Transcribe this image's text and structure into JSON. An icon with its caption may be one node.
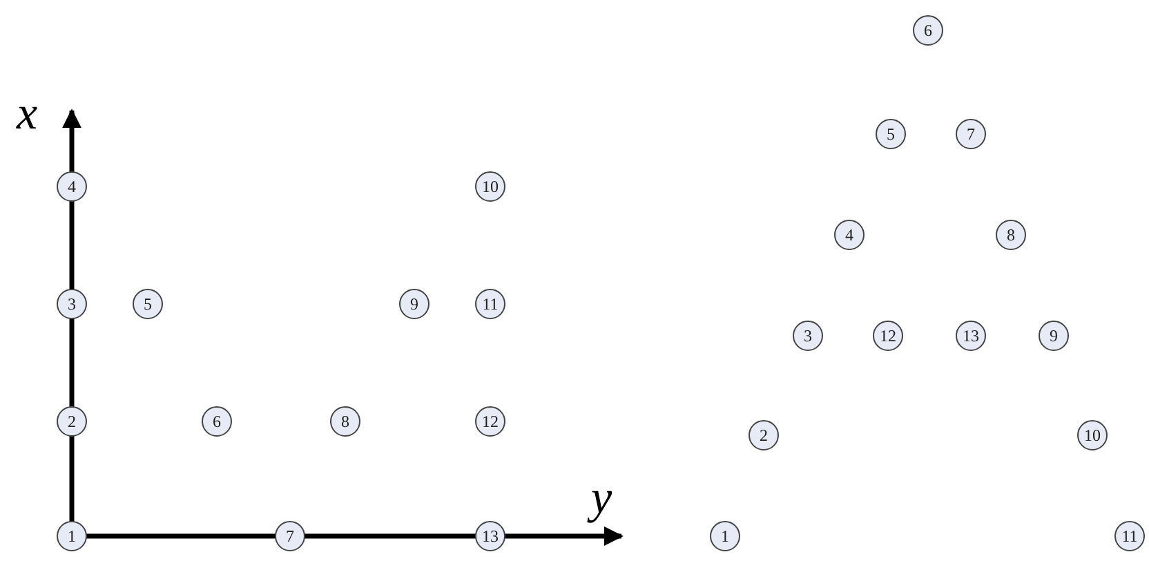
{
  "diagram": {
    "nodes": [
      {
        "text": [
          "4"
        ]
      },
      {
        "text": [
          "10"
        ]
      },
      {
        "text": [
          "3"
        ]
      },
      {
        "text": [
          "5"
        ]
      },
      {
        "text": [
          "9"
        ]
      },
      {
        "text": [
          "11"
        ]
      },
      {
        "text": [
          "2"
        ]
      },
      {
        "text": [
          "6"
        ]
      },
      {
        "text": [
          "8"
        ]
      },
      {
        "text": [
          "12"
        ]
      },
      {
        "text": [
          "1"
        ]
      },
      {
        "text": [
          "7"
        ]
      },
      {
        "text": [
          "13"
        ]
      },
      {
        "text": [
          "6"
        ]
      },
      {
        "text": [
          "5"
        ]
      },
      {
        "text": [
          "7"
        ]
      },
      {
        "text": [
          "4"
        ]
      },
      {
        "text": [
          "8"
        ]
      },
      {
        "text": [
          "3"
        ]
      },
      {
        "text": [
          "12"
        ]
      },
      {
        "text": [
          "13"
        ]
      },
      {
        "text": [
          "9"
        ]
      },
      {
        "text": [
          "2"
        ]
      },
      {
        "text": [
          "10"
        ]
      },
      {
        "text": [
          "1"
        ]
      },
      {
        "text": [
          "11"
        ]
      }
    ],
    "edges": [],
    "labels": [
      "x",
      "y"
    ]
  }
}
